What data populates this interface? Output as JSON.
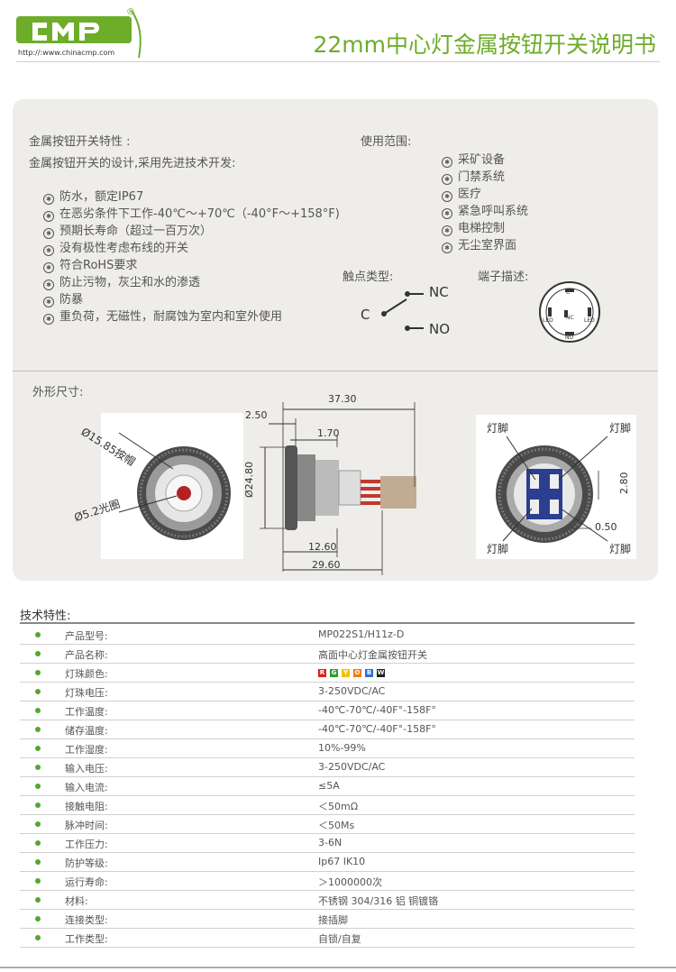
{
  "header": {
    "logo_text": "CMP",
    "logo_reg": "®",
    "logo_url": "http://:www.chinacmp.com",
    "title": "22mm中心灯金属按钮开关说明书"
  },
  "features": {
    "heading": "金属按钮开关特性 :",
    "subheading": "金属按钮开关的设计,采用先进技术开发:",
    "items": [
      "防水，额定IP67",
      "在恶劣条件下工作-40℃～+70℃（-40°F～+158°F)",
      "预期长寿命（超过一百万次）",
      "没有极性考虑布线的开关",
      "符合RoHS要求",
      "防止污物，灰尘和水的渗透",
      "防暴",
      "重负荷，无磁性，耐腐蚀为室内和室外使用"
    ]
  },
  "usage": {
    "heading": "使用范围:",
    "items": [
      "采矿设备",
      "门禁系统",
      "医疗",
      "紧急呼叫系统",
      "电梯控制",
      "无尘室界面"
    ]
  },
  "contact": {
    "heading": "触点类型:",
    "nc": "NC",
    "c": "C",
    "no": "NO"
  },
  "terminal": {
    "heading": "端子描述:",
    "labels": [
      "C",
      "LED",
      "NC",
      "LED",
      "NO"
    ]
  },
  "dimensions": {
    "heading": "外形尺寸:",
    "front": {
      "cap": "Ø15.85按帽",
      "light": "Ø5.2光圈"
    },
    "side": {
      "total": "37.30",
      "d250": "2.50",
      "d170": "1.70",
      "diam": "Ø24.80",
      "d1260": "12.60",
      "d2960": "29.60"
    },
    "back": {
      "pin": "灯脚",
      "d280": "2.80",
      "d050": "0.50"
    }
  },
  "specs": {
    "heading": "技术特性:",
    "rows": [
      {
        "label": "产品型号:",
        "value": "MP022S1/H11z-D"
      },
      {
        "label": "产品名称:",
        "value": "高面中心灯金属按钮开关"
      },
      {
        "label": "灯珠颜色:",
        "value": ""
      },
      {
        "label": "灯珠电压:",
        "value": "3-250VDC/AC"
      },
      {
        "label": "工作温度:",
        "value": "-40℃-70℃/-40F°-158F°"
      },
      {
        "label": "储存温度:",
        "value": "-40℃-70℃/-40F°-158F°"
      },
      {
        "label": "工作湿度:",
        "value": "10%-99%"
      },
      {
        "label": "输入电压:",
        "value": "3-250VDC/AC"
      },
      {
        "label": "输入电流:",
        "value": "≤5A"
      },
      {
        "label": "接触电阻:",
        "value": "＜50mΩ"
      },
      {
        "label": "脉冲时间:",
        "value": "＜50Ms"
      },
      {
        "label": "工作压力:",
        "value": "3-6N"
      },
      {
        "label": "防护等级:",
        "value": "Ip67 IK10"
      },
      {
        "label": "运行寿命:",
        "value": "＞1000000次"
      },
      {
        "label": "材料:",
        "value": "不锈钢 304/316  铝  铜镀铬"
      },
      {
        "label": "连接类型:",
        "value": "接插脚"
      },
      {
        "label": "工作类型:",
        "value": "自锁/自复"
      }
    ],
    "led_colors": [
      {
        "letter": "R",
        "color": "#e02020"
      },
      {
        "letter": "G",
        "color": "#2aa02a"
      },
      {
        "letter": "Y",
        "color": "#f2c200"
      },
      {
        "letter": "O",
        "color": "#f07a10"
      },
      {
        "letter": "B",
        "color": "#2a6fe0"
      },
      {
        "letter": "W",
        "color": "#222222"
      }
    ]
  }
}
